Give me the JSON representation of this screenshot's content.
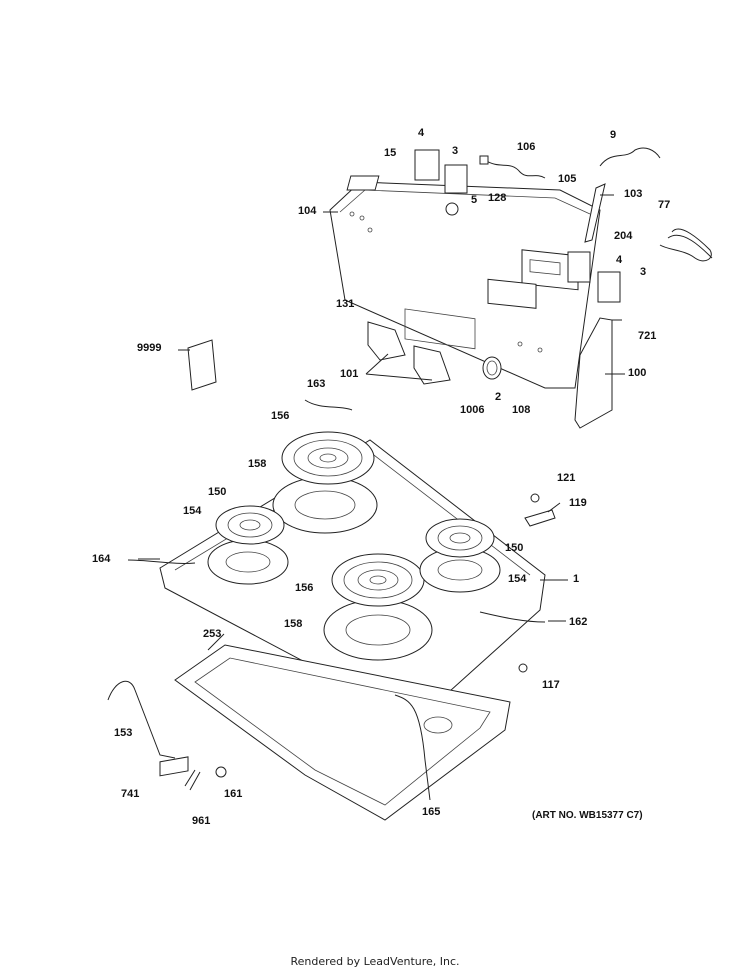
{
  "callouts": [
    {
      "id": "c4a",
      "text": "4"
    },
    {
      "id": "c3a",
      "text": "3"
    },
    {
      "id": "c15",
      "text": "15"
    },
    {
      "id": "c106",
      "text": "106"
    },
    {
      "id": "c9",
      "text": "9"
    },
    {
      "id": "c105",
      "text": "105"
    },
    {
      "id": "c103",
      "text": "103"
    },
    {
      "id": "c104",
      "text": "104"
    },
    {
      "id": "c5",
      "text": "5"
    },
    {
      "id": "c128",
      "text": "128"
    },
    {
      "id": "c77",
      "text": "77"
    },
    {
      "id": "c204",
      "text": "204"
    },
    {
      "id": "c4b",
      "text": "4"
    },
    {
      "id": "c3b",
      "text": "3"
    },
    {
      "id": "c131",
      "text": "131"
    },
    {
      "id": "c721",
      "text": "721"
    },
    {
      "id": "c9999",
      "text": "9999"
    },
    {
      "id": "c101",
      "text": "101"
    },
    {
      "id": "c100",
      "text": "100"
    },
    {
      "id": "c2",
      "text": "2"
    },
    {
      "id": "c1006",
      "text": "1006"
    },
    {
      "id": "c108",
      "text": "108"
    },
    {
      "id": "c163",
      "text": "163"
    },
    {
      "id": "c156a",
      "text": "156"
    },
    {
      "id": "c158a",
      "text": "158"
    },
    {
      "id": "c121",
      "text": "121"
    },
    {
      "id": "c150a",
      "text": "150"
    },
    {
      "id": "c119",
      "text": "119"
    },
    {
      "id": "c154a",
      "text": "154"
    },
    {
      "id": "c150b",
      "text": "150"
    },
    {
      "id": "c164",
      "text": "164"
    },
    {
      "id": "c154b",
      "text": "154"
    },
    {
      "id": "c1",
      "text": "1"
    },
    {
      "id": "c156b",
      "text": "156"
    },
    {
      "id": "c158b",
      "text": "158"
    },
    {
      "id": "c162",
      "text": "162"
    },
    {
      "id": "c253",
      "text": "253"
    },
    {
      "id": "c117",
      "text": "117"
    },
    {
      "id": "c153",
      "text": "153"
    },
    {
      "id": "c741",
      "text": "741"
    },
    {
      "id": "c161",
      "text": "161"
    },
    {
      "id": "c961",
      "text": "961"
    },
    {
      "id": "c165",
      "text": "165"
    }
  ],
  "art_number": "(ART NO. WB15377 C7)",
  "footer": "Rendered by LeadVenture, Inc."
}
